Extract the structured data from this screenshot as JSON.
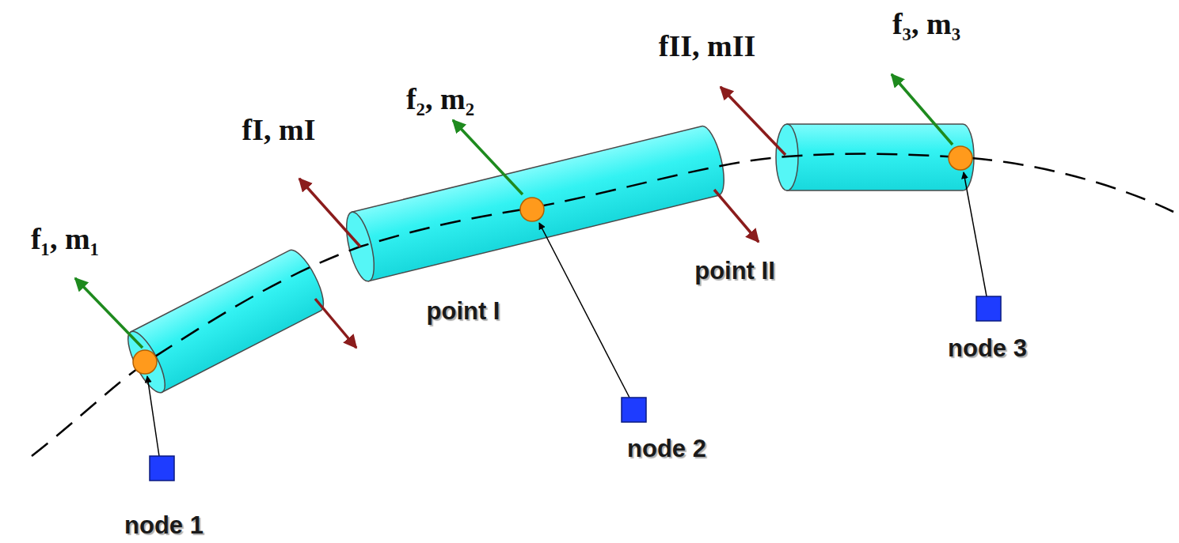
{
  "diagram": {
    "labels": [
      "f₁, m₁",
      "fI, mI",
      "f₂, m₂",
      "fII, mII",
      "f₃, m₃",
      "point I",
      "point II",
      "node 1",
      "node 2",
      "node 3"
    ]
  }
}
